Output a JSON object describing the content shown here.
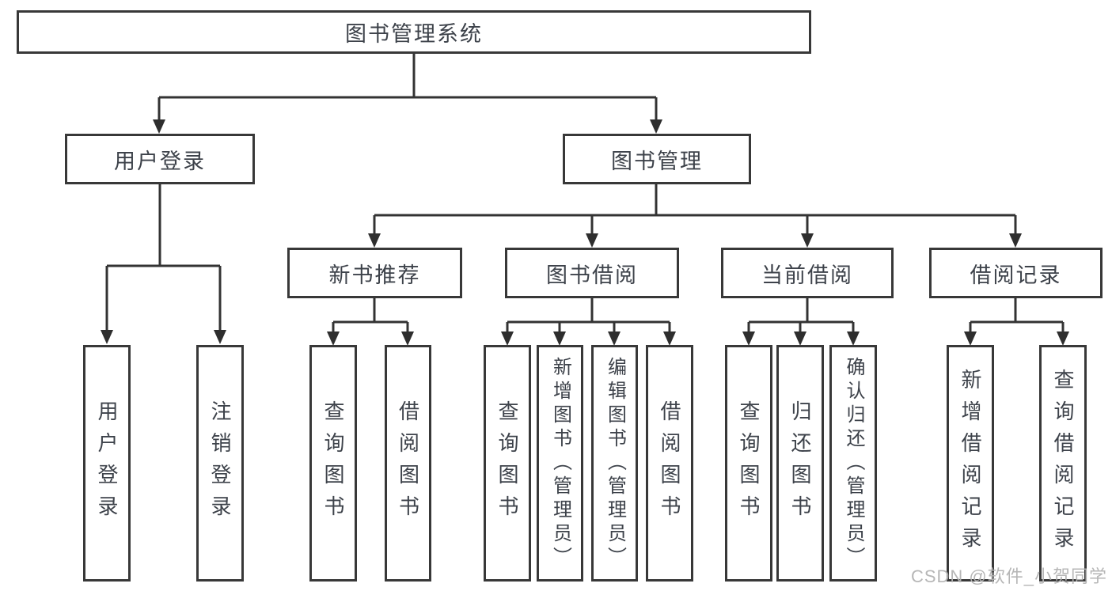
{
  "diagram_type": "hierarchy-tree",
  "tree": {
    "label": "图书管理系统",
    "children": [
      {
        "label": "用户登录",
        "children": [
          {
            "label": "用户登录"
          },
          {
            "label": "注销登录"
          }
        ]
      },
      {
        "label": "图书管理",
        "children": [
          {
            "label": "新书推荐",
            "children": [
              {
                "label": "查询图书"
              },
              {
                "label": "借阅图书"
              }
            ]
          },
          {
            "label": "图书借阅",
            "children": [
              {
                "label": "查询图书"
              },
              {
                "label": "新增图书（管理员）"
              },
              {
                "label": "编辑图书（管理员）"
              },
              {
                "label": "借阅图书"
              }
            ]
          },
          {
            "label": "当前借阅",
            "children": [
              {
                "label": "查询图书"
              },
              {
                "label": "归还图书"
              },
              {
                "label": "确认归还（管理员）"
              }
            ]
          },
          {
            "label": "借阅记录",
            "children": [
              {
                "label": "新增借阅记录"
              },
              {
                "label": "查询借阅记录"
              }
            ]
          }
        ]
      }
    ]
  },
  "watermark": {
    "text": "CSDN @软件_小贺同学"
  },
  "colors": {
    "background": "#ffffff",
    "box_border": "#383838",
    "connector": "#333333",
    "text": "#3d424a",
    "watermark": "#b2b2b2"
  }
}
